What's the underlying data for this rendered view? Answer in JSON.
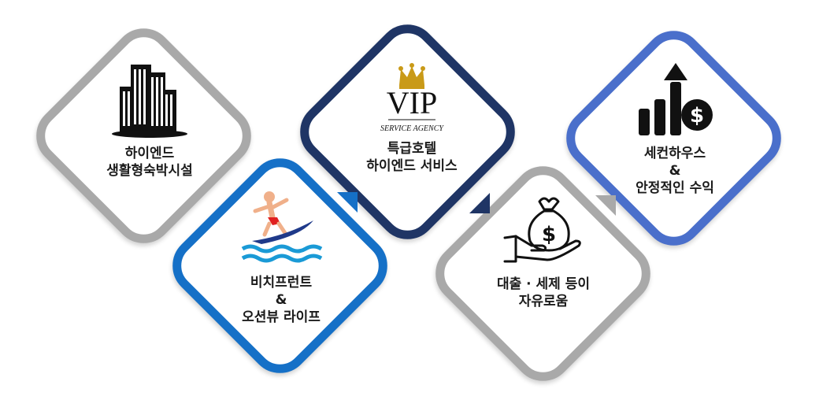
{
  "colors": {
    "gray": "#a9a9a9",
    "navy": "#1f3565",
    "blue": "#1570c7",
    "periwinkle": "#4a6fcb",
    "gold": "#c99a18"
  },
  "items": [
    {
      "lines": [
        "하이엔드",
        "생활형숙박시설"
      ],
      "icon": "city-buildings-icon"
    },
    {
      "lines": [
        "비치프런트",
        "&",
        "오션뷰 라이프"
      ],
      "icon": "surfer-icon"
    },
    {
      "lines": [
        "특급호텔",
        "하이엔드 서비스"
      ],
      "icon": "vip-crown-logo",
      "logo": {
        "main": "VIP",
        "sub": "SERVICE AGENCY"
      }
    },
    {
      "lines": [
        "대출 · 세제 등이",
        "자유로움"
      ],
      "icon": "money-bag-hand-icon"
    },
    {
      "lines": [
        "세컨하우스",
        "&",
        "안정적인 수익"
      ],
      "icon": "growth-chart-dollar-icon"
    }
  ]
}
